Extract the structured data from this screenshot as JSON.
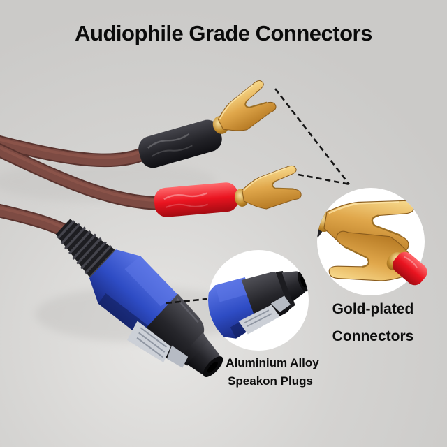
{
  "title": "Audiophile Grade Connectors",
  "callouts": {
    "gold": {
      "line1": "Gold-plated",
      "line2": "Connectors"
    },
    "speakon": {
      "line1": "Aluminium Alloy",
      "line2": "Speakon Plugs"
    }
  },
  "icons": {
    "spade_black": "spade-connector-black-boot",
    "spade_red": "spade-connector-red-boot",
    "speakon_plug": "speakon-plug",
    "inset_gold": "gold-connectors-zoom-inset",
    "inset_speakon": "speakon-plug-zoom-inset",
    "callout_lines": "dashed-callout-lines"
  },
  "colors": {
    "background": "#d1d0ce",
    "background_highlight": "#e7e6e4",
    "text": "#0d0d0d",
    "cable_brown": "#7d4b43",
    "cable_edge": "#59332e",
    "gold": "#e0a74b",
    "gold_dark": "#b67a24",
    "boot_black": "#232328",
    "boot_red": "#ea1420",
    "speakon_blue": "#2e4cc4",
    "plug_black": "#26262b",
    "latch_gray": "#ccd0d7",
    "inset_bg": "#ffffff",
    "dash_line": "#161616"
  }
}
